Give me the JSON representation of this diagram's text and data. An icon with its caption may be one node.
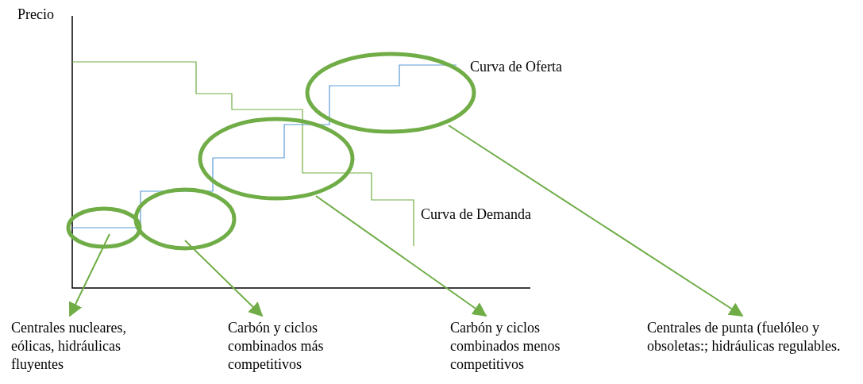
{
  "diagram": {
    "nodes": [
      {
        "text": [],
        "shape": "ellipse"
      },
      {
        "text": [],
        "shape": "ellipse"
      },
      {
        "text": [],
        "shape": "ellipse"
      },
      {
        "text": [],
        "shape": "ellipse"
      },
      {
        "text": [
          "Centrales nucleares, eólicas, hidráulicas fluyentes"
        ]
      },
      {
        "text": [
          "Carbón y ciclos combinados más competitivos"
        ]
      },
      {
        "text": [
          "Carbón y ciclos combinados menos competitivos"
        ]
      },
      {
        "text": [
          "Centrales de punta (fuelóleo y obsoletas:; hidráulicas regulables."
        ]
      }
    ],
    "edges": [
      {
        "from": 0,
        "to": 4,
        "arrow": "to"
      },
      {
        "from": 1,
        "to": 5,
        "arrow": "to"
      },
      {
        "from": 2,
        "to": 6,
        "arrow": "to"
      },
      {
        "from": 3,
        "to": 7,
        "arrow": "to"
      }
    ],
    "labels": [
      "Precio",
      "Curva de Oferta",
      "Curva de Demanda"
    ]
  }
}
